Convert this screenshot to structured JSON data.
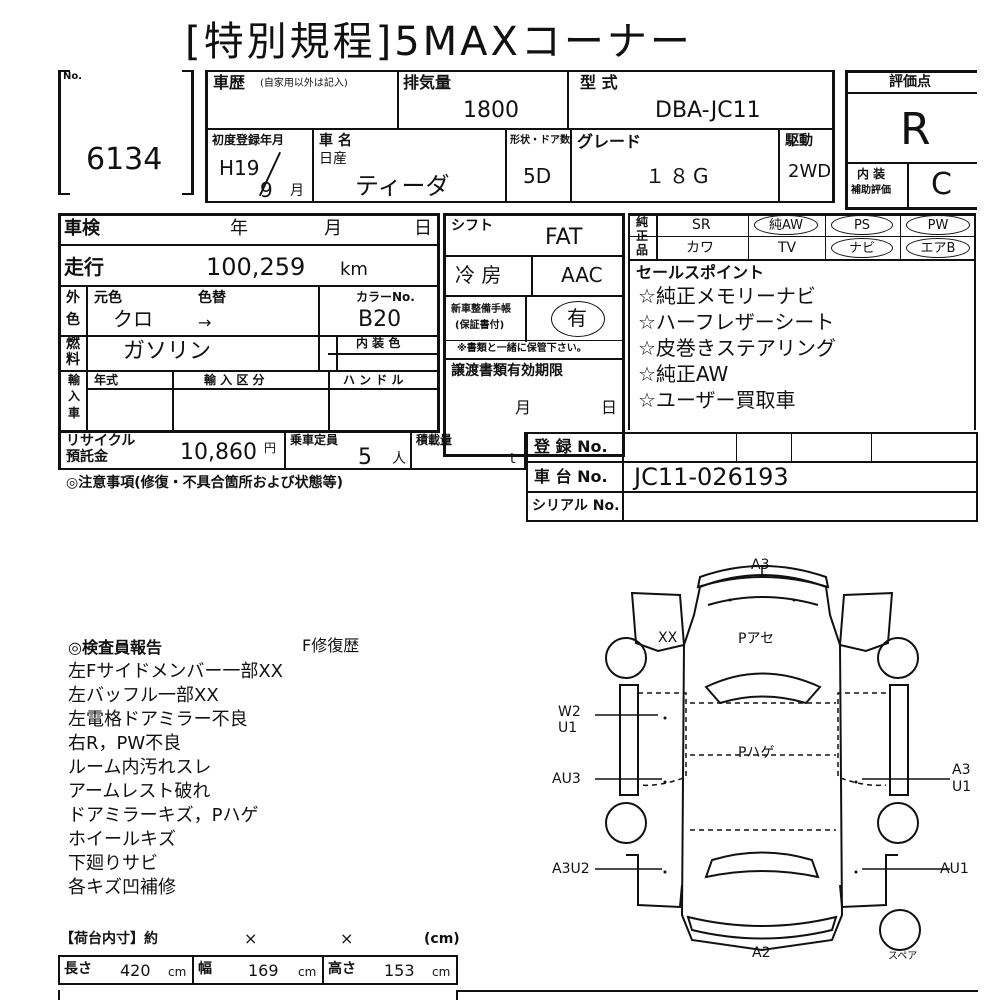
{
  "header": {
    "title": "[特別規程]5MAXコーナー"
  },
  "lot": {
    "no_label": "No.",
    "number": "6134"
  },
  "vehicle": {
    "history_label": "車歴",
    "history_note": "(自家用以外は記入)",
    "displacement_label": "排気量",
    "displacement": "1800",
    "model_label": "型 式",
    "model": "DBA-JC11",
    "first_reg_label": "初度登録年月",
    "first_reg_year": "H19",
    "first_reg_month": "9",
    "month_unit": "月",
    "name_label": "車 名",
    "maker": "日産",
    "name": "ティーダ",
    "doors_label": "形状・ドア数",
    "doors": "5D",
    "grade_label": "グレード",
    "grade": "１８G",
    "drive_label": "駆動",
    "drive": "2WD"
  },
  "evaluation": {
    "label": "評価点",
    "score": "R",
    "interior_label_1": "内 装",
    "interior_label_2": "補助評価",
    "interior": "C"
  },
  "inspection": {
    "label": "車検",
    "year": "年",
    "month": "月",
    "day": "日"
  },
  "mileage": {
    "label": "走行",
    "value": "100,259",
    "unit": "km"
  },
  "color": {
    "side_1": "外",
    "side_2": "色",
    "original_label": "元色",
    "change_label": "色替",
    "original": "クロ",
    "arrow": "→",
    "code_label": "カラーNo.",
    "code": "B20",
    "interior_label": "内 装 色"
  },
  "fuel": {
    "side_1": "燃",
    "side_2": "料",
    "value": "ガソリン"
  },
  "import": {
    "side": [
      "輸",
      "入",
      "車"
    ],
    "year_label": "年式",
    "class_label": "輸 入 区 分",
    "handle_label": "ハ ン ド ル"
  },
  "shift": {
    "label": "シフト",
    "value": "FAT"
  },
  "aircon": {
    "label": "冷 房",
    "value": "AAC"
  },
  "warranty": {
    "label_1": "新車整備手帳",
    "label_2": "(保証書付)",
    "value": "有",
    "note": "※書類と一緒に保管下さい。"
  },
  "transfer": {
    "label": "譲渡書類有効期限",
    "month": "月",
    "day": "日"
  },
  "equipment": {
    "side": [
      "純",
      "正",
      "品"
    ],
    "row1": [
      "SR",
      "純AW",
      "PS",
      "PW"
    ],
    "row2": [
      "カワ",
      "TV",
      "ナビ",
      "エアB"
    ]
  },
  "sales_points": {
    "label": "セールスポイント",
    "items": [
      "☆純正メモリーナビ",
      "☆ハーフレザーシート",
      "☆皮巻きステアリング",
      "☆純正AW",
      "☆ユーザー買取車"
    ]
  },
  "recycle": {
    "label_1": "リサイクル",
    "label_2": "預託金",
    "value": "10,860",
    "unit": "円"
  },
  "capacity": {
    "label": "乗車定員",
    "value": "5",
    "unit": "人"
  },
  "load": {
    "label": "積載量",
    "unit": "t"
  },
  "registration": {
    "reg_label": "登 録 No.",
    "chassis_label": "車 台 No.",
    "chassis": "JC11-026193",
    "serial_label": "シリアル No."
  },
  "notes_label": "◎注意事項(修復・不具合箇所および状態等)",
  "inspector": {
    "title": "◎検査員報告",
    "repair_label": "F修復歴",
    "items": [
      "左Fサイドメンバー一部XX",
      "左バッフル一部XX",
      "左電格ドアミラー不良",
      "右R，PW不良",
      "ルーム内汚れスレ",
      "アームレスト破れ",
      "ドアミラーキズ，Pハゲ",
      "ホイールキズ",
      "下廻りサビ",
      "各キズ凹補修"
    ]
  },
  "cargo": {
    "label": "【荷台内寸】約",
    "x1": "×",
    "x2": "×",
    "unit_cm": "(cm)",
    "length_label": "長さ",
    "length": "420",
    "width_label": "幅",
    "width": "169",
    "height_label": "高さ",
    "height": "153",
    "cm": "cm"
  },
  "diagram": {
    "a3_top": "A3",
    "xx": "XX",
    "p_ase": "Pアセ",
    "w2": "W2",
    "u1_left": "U1",
    "au3": "AU3",
    "p_hage": "Pハゲ",
    "a3_right": "A3",
    "u1_right": "U1",
    "a3u2": "A3U2",
    "au1": "AU1",
    "a2": "A2",
    "spare": "スペア"
  }
}
